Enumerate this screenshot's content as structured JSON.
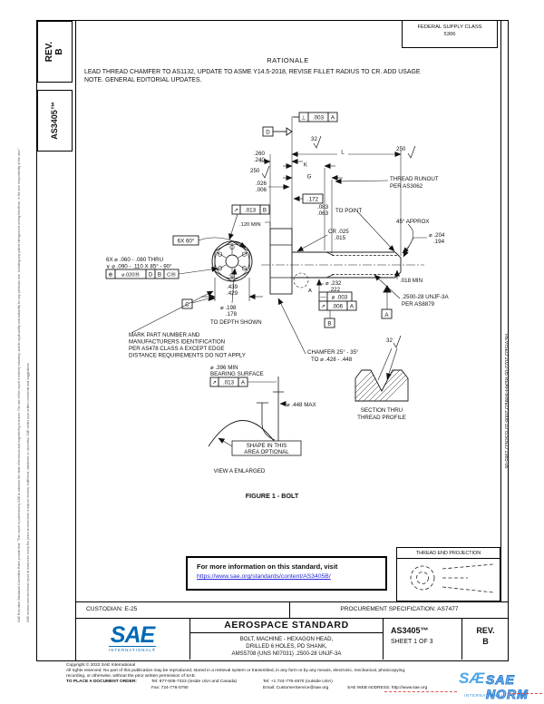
{
  "colors": {
    "link": "#2626d8",
    "sae_blue": "#0068b4",
    "watermark_blue": "#2a7fd4",
    "watermark_red": "#d9534a"
  },
  "margins": {
    "left_line1": "SAE Executive Standards Committee Rules provide that: \"This report is published by SAE to advance the state of technical and engineering sciences. The use of this report is entirely voluntary, and its applicability and suitability for any particular use, including any patent infringement arising therefrom, is the sole responsibility of the user.\"",
    "left_line2": "SAE reviews each technical report at least once every five years at which time it may be revised, reaffirmed, stabilized, or cancelled. SAE invites your written comments and suggestions.",
    "right_dates": "REVISED 2022-05      REAFFIRMED 2008-10      ISSUED 1985-06"
  },
  "sidebar": {
    "rev_label": "REV.",
    "rev_value": "B",
    "doc_number": "AS3405™"
  },
  "fsc": {
    "label": "FEDERAL SUPPLY CLASS",
    "value": "5306"
  },
  "rationale": {
    "title": "RATIONALE",
    "line1": "LEAD THREAD CHAMFER TO AS1132, UPDATE TO ASME Y14.5-2018, REVISE FILLET RADIUS TO CR. ADD USAGE",
    "line2": "NOTE. GENERAL EDITORIAL UPDATES."
  },
  "drawing": {
    "fcf_perp": {
      "sym": "⊥",
      "tol": ".003",
      "datum": "A"
    },
    "datum_d": "D",
    "datum_c": "C",
    "datum_b": "B",
    "datum_a": "A",
    "finish_head": "32",
    "finish_right": "250",
    "finish_left": "250",
    "finish_thread": "32",
    "dim_l": "L",
    "dim_k": "K",
    "dim_g": "G",
    "runout_note1": "THREAD RUNOUT",
    "runout_note2": "PER AS3062",
    "head_h1": ".260",
    "head_h2": ".240",
    "face_r1": ".026",
    "face_r2": ".006",
    "fcf_head_runout": {
      "sym": "↗",
      "tol": ".013",
      "datum": "B"
    },
    "wrench_min": ".120 MIN",
    "hex_angle": "6X 60°",
    "holes1": "6X ⌀ .060 - .080 THRU",
    "holes2": "∨ ⌀ .090 - .110 X 85° - 90°",
    "fcf_pos": {
      "sym": "⊕",
      "tol": "⌀.020Ⓜ",
      "d1": "D",
      "d2": "B",
      "d3": "CⓂ"
    },
    "af1": ".439",
    "af2": ".429",
    "hole_d1": "⌀ .198",
    "hole_d2": ".178",
    "hole_depth": "TO DEPTH SHOWN",
    "mark1": "MARK PART NUMBER AND",
    "mark2": "MANUFACTURERS IDENTIFICATION",
    "mark3": "PER AS478 CLASS A EXCEPT EDGE",
    "mark4": "DISTANCE REQUIREMENTS DO NOT APPLY",
    "basic_172": ".172",
    "pt1": ".083",
    "pt2": ".063",
    "pt_label": "TO POINT",
    "approx": "45° APPROX",
    "cr1": "CR .025",
    "cr2": ".015",
    "end_d1": "⌀ .204",
    "end_d2": ".194",
    "chamfer_min": ".018 MIN",
    "thread1": ".2500-28 UNJF-3A",
    "thread2": "PER AS8879",
    "shank_d1": "⌀ .232",
    "shank_d2": ".222",
    "fcf_straight": {
      "sym": "—",
      "tol": "⌀ .003"
    },
    "fcf_shank_runout": {
      "sym": "↗",
      "tol": ".006",
      "datum": "A"
    },
    "view_a": "A",
    "bearing1": "⌀ .396 MIN",
    "bearing2": "BEARING SURFACE",
    "fcf_bearing": {
      "sym": "↗",
      "tol": ".013",
      "datum": "A"
    },
    "head_od": "⌀ .448 MAX",
    "shape1": "SHAPE IN THIS",
    "shape2": "AREA OPTIONAL",
    "view_label": "VIEW A ENLARGED",
    "chamfer1": "CHAMFER 25° - 35°",
    "chamfer2": "TO ⌀ .428 - .448",
    "section1": "SECTION THRU",
    "section2": "THREAD PROFILE",
    "figure": "FIGURE 1 - BOLT"
  },
  "info_box": {
    "text": "For more information on this standard, visit",
    "link": "https://www.sae.org/standards/content/AS3405B/"
  },
  "thread_end": {
    "label": "THREAD END PROJECTION"
  },
  "footer_table": {
    "custodian": "CUSTODIAN: E-25",
    "procurement": "PROCUREMENT SPECIFICATION: AS7477",
    "logo_text": "SAE",
    "logo_sub": "INTERNATIONAL®",
    "title": "AEROSPACE STANDARD",
    "subtitle1": "BOLT, MACHINE - HEXAGON HEAD,",
    "subtitle2": "DRILLED 6 HOLES, PD SHANK,",
    "subtitle3": "AMS5708 (UNS N07031) .2500-28 UNJF-3A",
    "doc": "AS3405™",
    "sheet": "SHEET 1 OF 3",
    "rev_label": "REV.",
    "rev_value": "B"
  },
  "footer": {
    "copyright": "Copyright © 2022 SAE International",
    "rights1": "All rights reserved. No part of this publication may be reproduced, stored in a retrieval system or transmitted, in any form or by any means, electronic, mechanical, photocopying,",
    "rights2": "recording, or otherwise, without the prior written permission of SAE.",
    "order_label": "TO PLACE A DOCUMENT ORDER:",
    "tel1": "Tel: 877-606-7323 (inside USA and Canada)",
    "fax": "Fax: 724-776-0790",
    "tel2": "Tel: +1 724-776-4970 (outside USA)",
    "email": "Email: CustomerService@sae.org",
    "web": "SAE WEB ADDRESS: http://www.sae.org"
  },
  "watermark": {
    "glyph": "SÆ",
    "text": "SAE NORM",
    "sub": "INTERNATIONAL"
  }
}
